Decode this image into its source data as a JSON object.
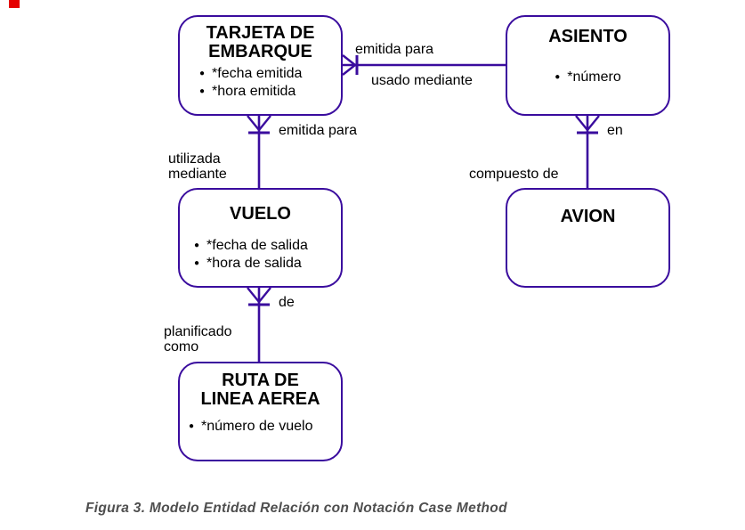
{
  "colors": {
    "line": "#3a0c9e",
    "caption": "#4f4f4f",
    "marker": "#e50000",
    "background": "#ffffff"
  },
  "icons": {
    "bullet": "●"
  },
  "entities": [
    {
      "id": "tarjeta-de-embarque",
      "title_lines": [
        "TARJETA DE",
        "EMBARQUE"
      ],
      "attributes": [
        "*fecha emitida",
        "*hora emitida"
      ]
    },
    {
      "id": "asiento",
      "title_lines": [
        "ASIENTO"
      ],
      "attributes": [
        "*número"
      ]
    },
    {
      "id": "vuelo",
      "title_lines": [
        "VUELO"
      ],
      "attributes": [
        "*fecha de salida",
        "*hora de salida"
      ]
    },
    {
      "id": "avion",
      "title_lines": [
        "AVION"
      ],
      "attributes": []
    },
    {
      "id": "ruta-de-linea-aerea",
      "title_lines": [
        "RUTA DE",
        "LINEA AEREA"
      ],
      "attributes": [
        "*número de vuelo"
      ]
    }
  ],
  "relationships": [
    {
      "name": "tarjeta-asiento",
      "label_top": "emitida para",
      "label_bottom": "usado mediante"
    },
    {
      "name": "tarjeta-vuelo",
      "label_right": "emitida para",
      "label_left_lines": [
        "utilizada",
        "mediante"
      ]
    },
    {
      "name": "vuelo-ruta",
      "label_right": "de",
      "label_left_lines": [
        "planificado",
        "como"
      ]
    },
    {
      "name": "asiento-avion",
      "label_right": "en",
      "label_left": "compuesto de"
    }
  ],
  "caption": "Figura 3. Modelo Entidad Relación con Notación Case Method"
}
